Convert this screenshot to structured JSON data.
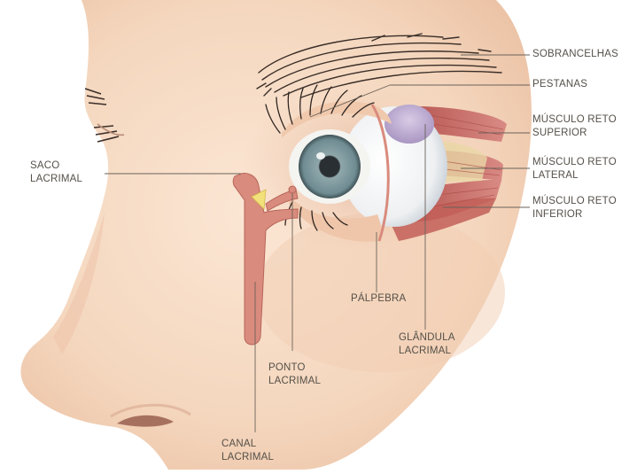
{
  "labels": {
    "sobrancelhas": [
      "SOBRANCELHAS"
    ],
    "pestanas": [
      "PESTANAS"
    ],
    "musculo_reto_superior": [
      "MÚSCULO RETO",
      "SUPERIOR"
    ],
    "musculo_reto_lateral": [
      "MÚSCULO RETO",
      "LATERAL"
    ],
    "musculo_reto_inferior": [
      "MÚSCULO RETO",
      "INFERIOR"
    ],
    "saco_lacrimal": [
      "SACO",
      "LACRIMAL"
    ],
    "palpebra": [
      "PÁLPEBRA"
    ],
    "glandula_lacrimal": [
      "GLÂNDULA",
      "LACRIMAL"
    ],
    "ponto_lacrimal": [
      "PONTO",
      "LACRIMAL"
    ],
    "canal_lacrimal": [
      "CANAL",
      "LACRIMAL"
    ]
  },
  "colors": {
    "skin": "#f6dcc6",
    "skin_shadow": "#e8bfa3",
    "muscle": "#c9706a",
    "gland": "#c4b3d6",
    "iris": "#7d9aa0",
    "duct": "#d98b7d",
    "hair": "#3a2e28"
  }
}
